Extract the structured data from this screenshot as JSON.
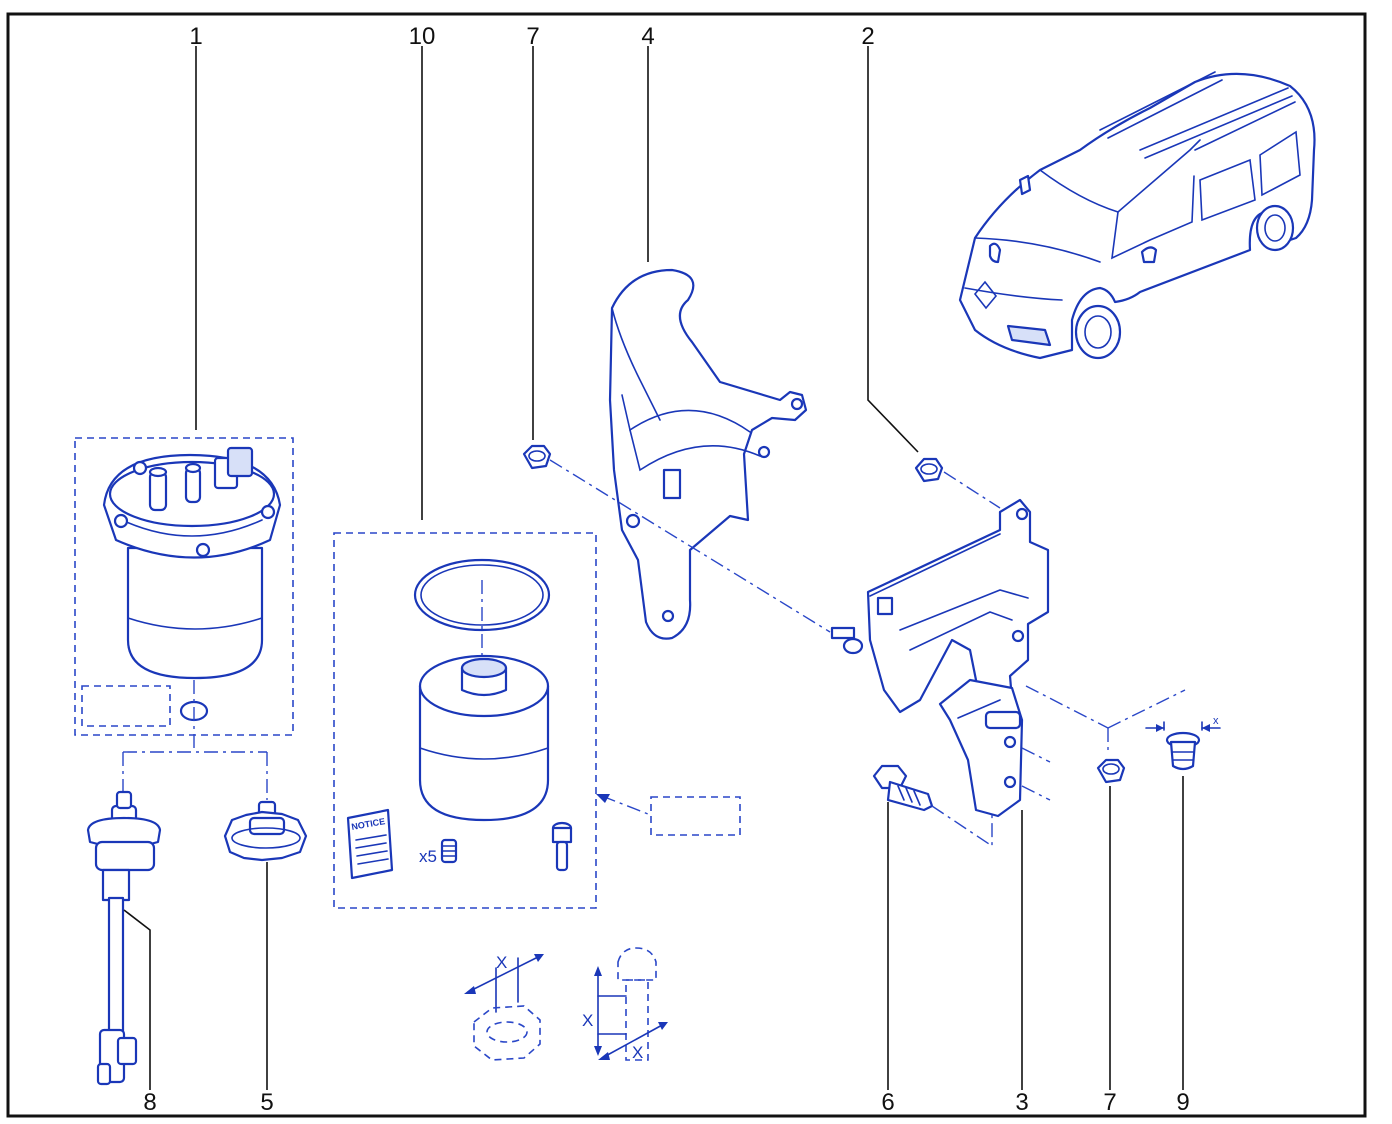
{
  "callouts": {
    "c1": "1",
    "c10": "10",
    "c7_top": "7",
    "c4": "4",
    "c2": "2",
    "c8": "8",
    "c5": "5",
    "c6": "6",
    "c3": "3",
    "c7_bottom": "7",
    "c9": "9"
  },
  "kit_labels": {
    "notice": "NOTICE",
    "screw_qty": "x5"
  },
  "dimension_labels": {
    "nut_x": "X",
    "bolt_x_vertical": "X",
    "bolt_x_horizontal": "X",
    "rivet_x": "x"
  },
  "colors": {
    "line": "#1a37b8",
    "shade": "#d7e0f8",
    "frame": "#111111"
  }
}
